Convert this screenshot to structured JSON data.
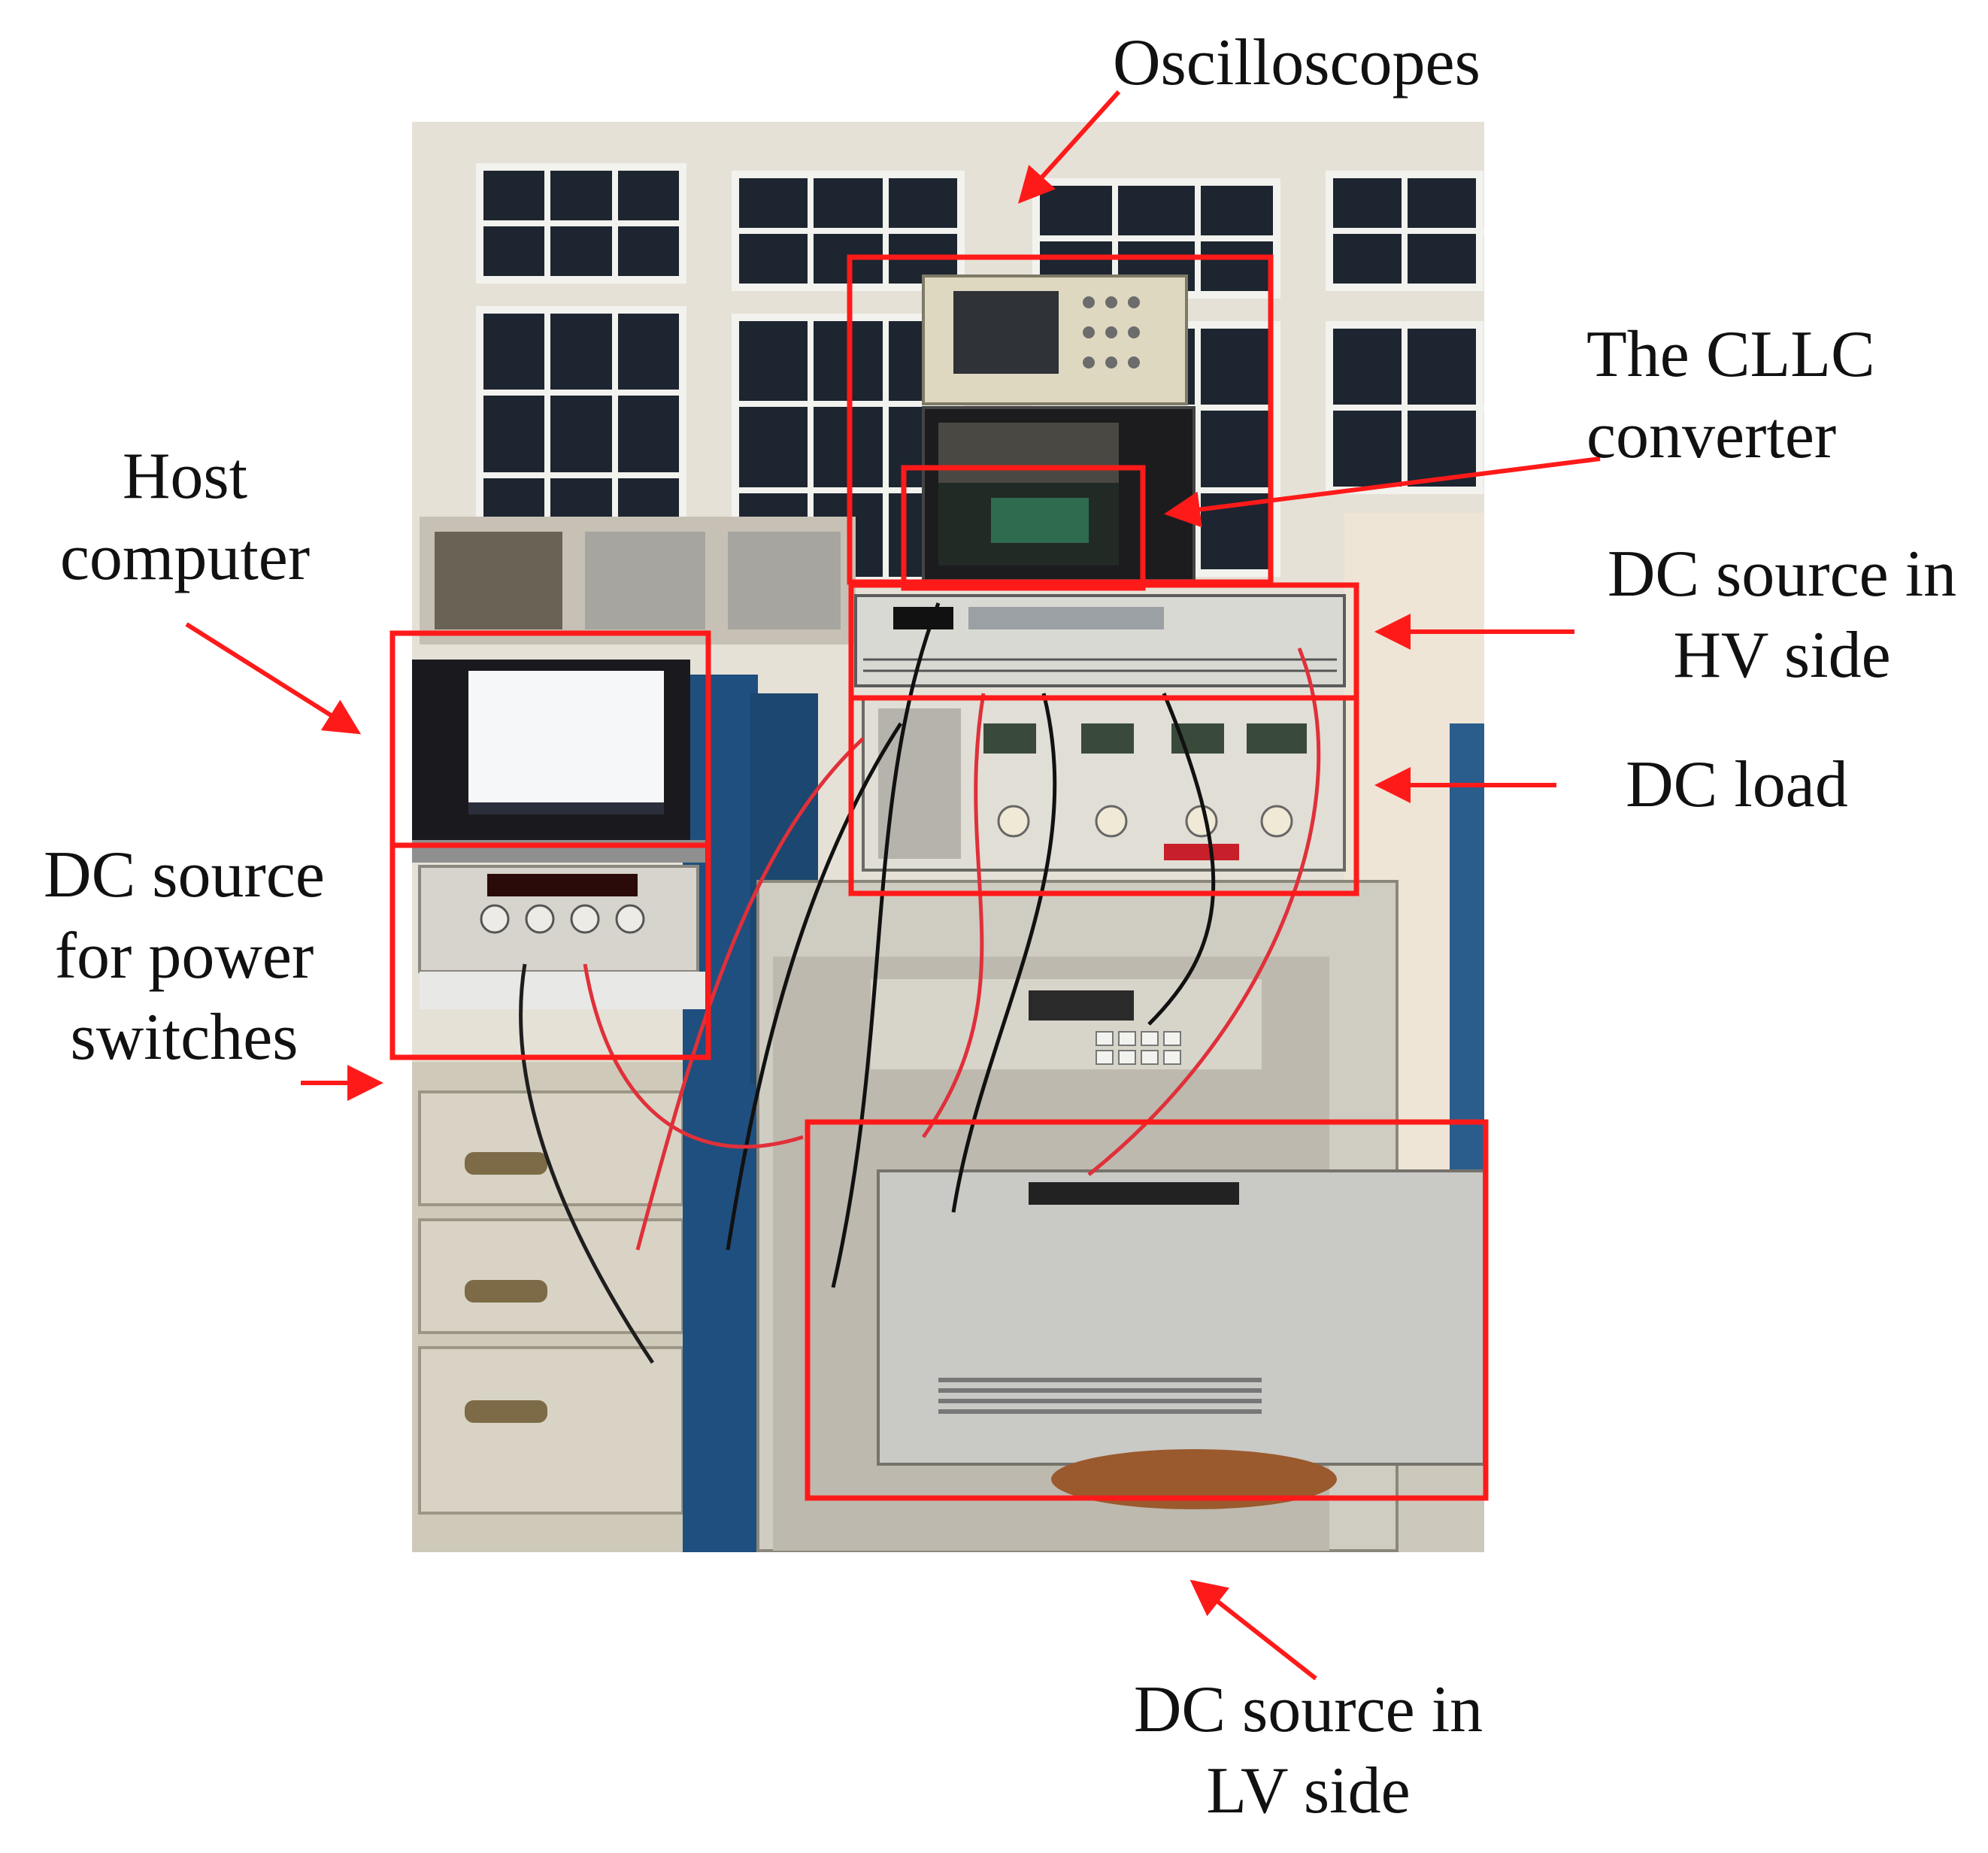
{
  "figure": {
    "labels": {
      "oscilloscopes": [
        "Oscilloscopes"
      ],
      "cllc": [
        "The CLLC",
        "converter"
      ],
      "host": [
        "Host",
        "computer"
      ],
      "dc_hv": [
        "DC source in",
        "HV side"
      ],
      "dc_load": [
        "DC load"
      ],
      "dc_switch": [
        "DC source",
        "for power",
        "switches"
      ],
      "dc_lv": [
        "DC source in",
        "LV side"
      ]
    },
    "colors": {
      "annotation": "#ff1a1a",
      "background": "#ffffff"
    }
  }
}
